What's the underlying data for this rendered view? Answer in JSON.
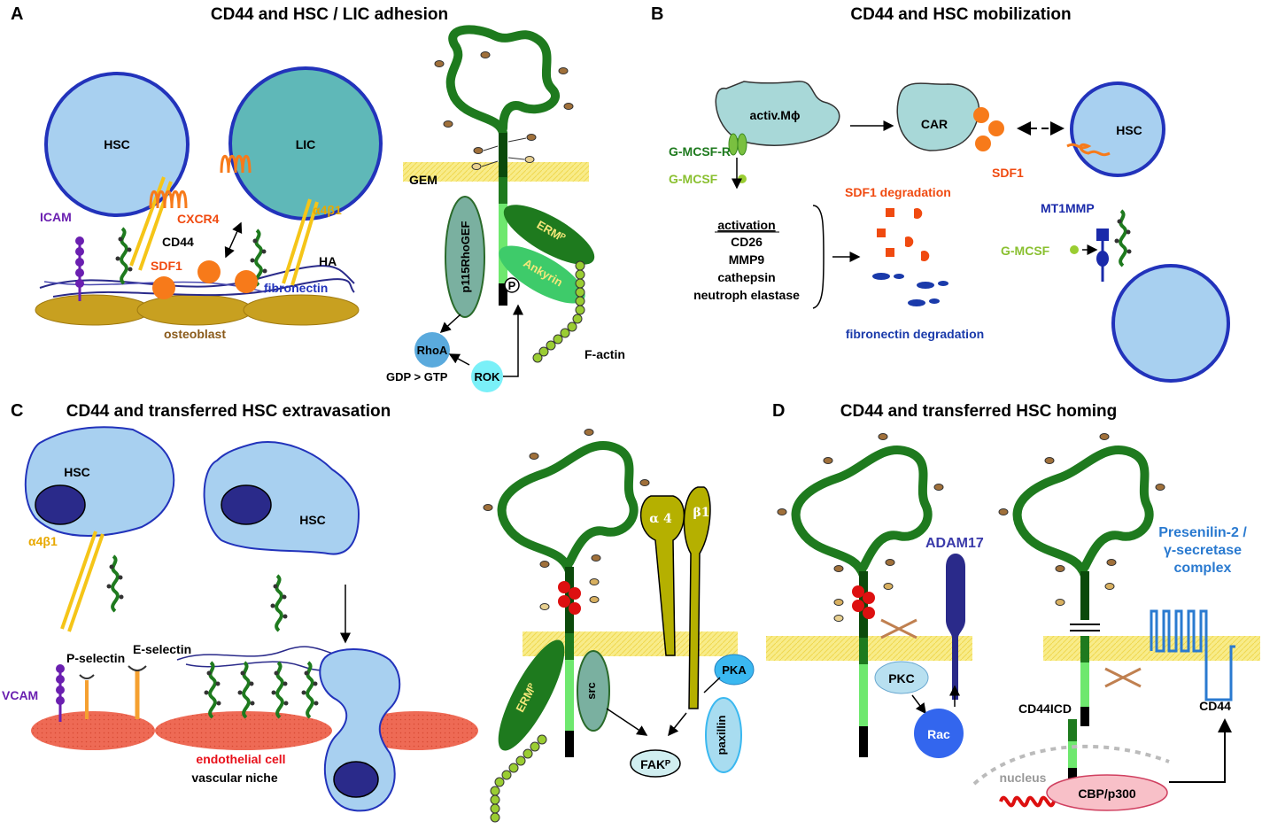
{
  "panel_a": {
    "letter": "A",
    "title": "CD44 and HSC / LIC adhesion",
    "labels": {
      "hsc": "HSC",
      "lic": "LIC",
      "icam": "ICAM",
      "cxcr4": "CXCR4",
      "cd44": "CD44",
      "sdf1": "SDF1",
      "a4b1": "α4β1",
      "ha": "HA",
      "fibronectin": "fibronectin",
      "osteoblast": "osteoblast",
      "gem": "GEM",
      "p115": "p115RhoGEF",
      "ermp": "ERMᴾ",
      "ankyrin": "Ankyrin",
      "p": "P",
      "rhoa": "RhoA",
      "gdp_gtp": "GDP > GTP",
      "rok": "ROK",
      "factin": "F-actin"
    }
  },
  "panel_b": {
    "letter": "B",
    "title": "CD44 and HSC mobilization",
    "labels": {
      "activ_mphi": "activ.Mϕ",
      "car": "CAR",
      "hsc": "HSC",
      "sdf1": "SDF1",
      "gmcsf_r": "G-MCSF-R",
      "gmcsf": "G-MCSF",
      "sdf1_degradation": "SDF1 degradation",
      "activation": "activation",
      "cd26": "CD26",
      "mmp9": "MMP9",
      "cathepsin": "cathepsin",
      "neutroph_elastase": "neutroph elastase",
      "fibronectin_degradation": "fibronectin degradation",
      "mt1mmp": "MT1MMP",
      "gmcsf2": "G-MCSF"
    }
  },
  "panel_c": {
    "letter": "C",
    "title": "CD44 and transferred HSC extravasation",
    "labels": {
      "hsc1": "HSC",
      "hsc2": "HSC",
      "a4b1": "α4β1",
      "e_selectin": "E-selectin",
      "p_selectin": "P-selectin",
      "vcam": "VCAM",
      "endothelial": "endothelial cell",
      "vascular_niche": "vascular niche",
      "a4": "α 4",
      "b1": "β1",
      "ermp": "ERMᴾ",
      "src": "src",
      "pka": "PKA",
      "paxillin": "paxillin",
      "fakp": "FAKᴾ"
    }
  },
  "panel_d": {
    "letter": "D",
    "title": "CD44 and transferred HSC homing",
    "labels": {
      "adam17": "ADAM17",
      "pkc": "PKC",
      "rac": "Rac",
      "presenilin1": "Presenilin-2 /",
      "presenilin2": "γ-secretase",
      "presenilin3": "complex",
      "cd44icd": "CD44ICD",
      "cd44": "CD44",
      "nucleus": "nucleus",
      "cbp": "CBP/p300"
    }
  },
  "colors": {
    "cell_blue": "#a8d0f0",
    "cell_border": "#2233bb",
    "lic_teal": "#5fb8b8",
    "cd44_green": "#1e7a1e",
    "dark_green": "#0b4a0b",
    "light_green": "#6ee86e",
    "membrane_yellow": "#f5e87a",
    "osteoblast": "#c8a020",
    "endothelial": "#e8604a",
    "orange": "#f77a1a",
    "purple": "#6a1fb0",
    "integrin_yellow": "#f5c518",
    "olive": "#b5b000",
    "navy": "#2a2a8a",
    "rac_blue": "#3366ee"
  }
}
